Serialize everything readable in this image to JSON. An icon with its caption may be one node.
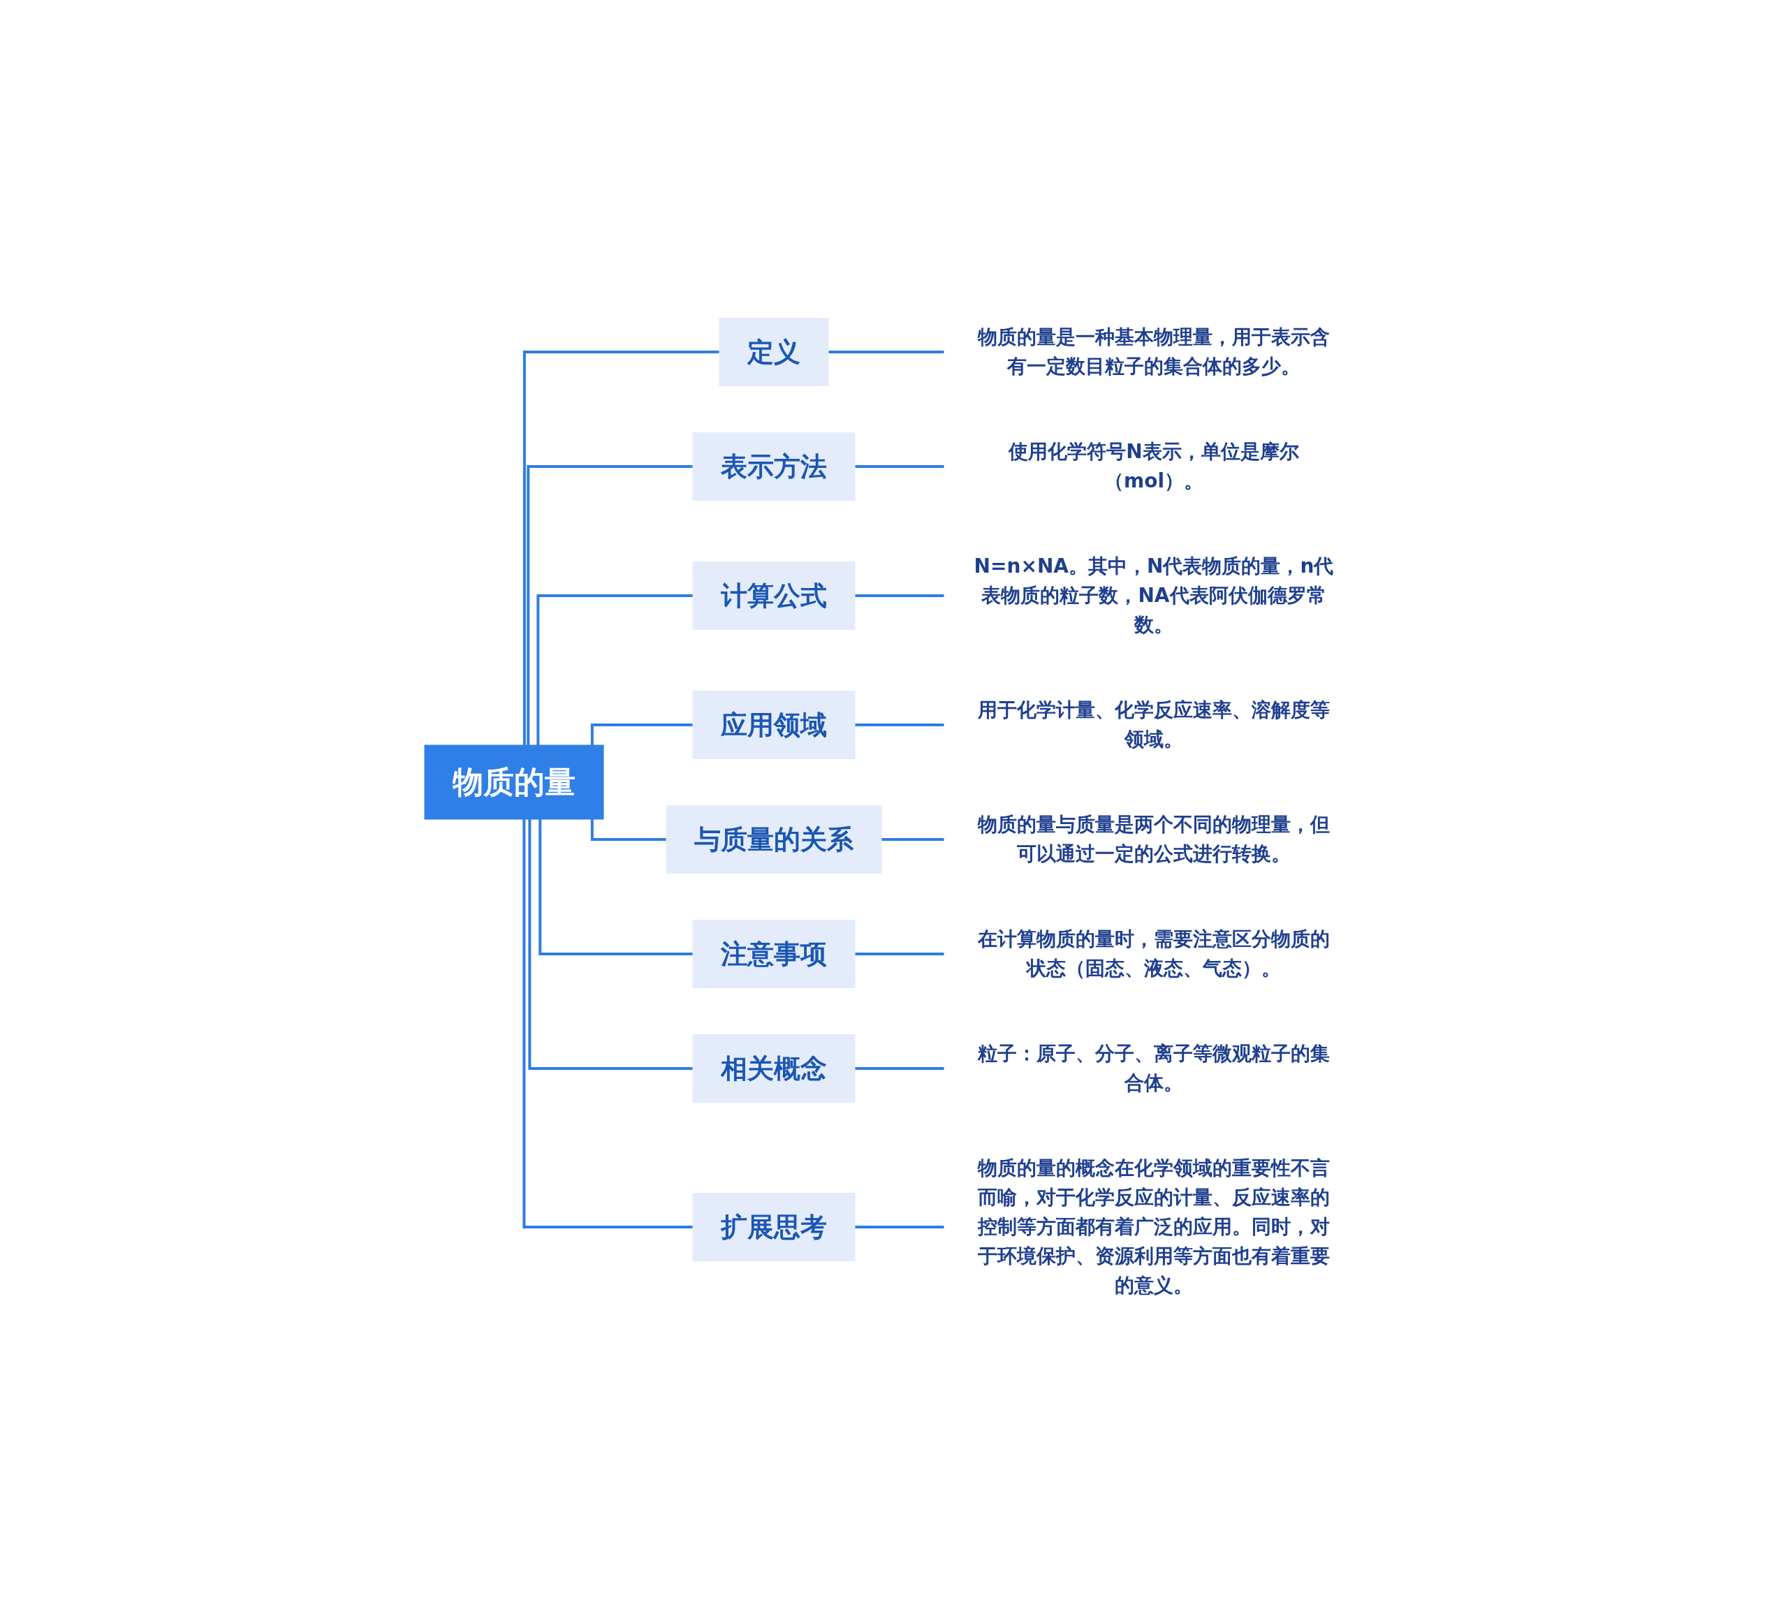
{
  "diagram": {
    "nodes": [
      {
        "text": [
          "物质的量"
        ]
      },
      {
        "text": [
          "定义"
        ]
      },
      {
        "text": [
          "物质的量是一种基本物理量，用于表示含有一定数目粒子的集合体的多少。"
        ]
      },
      {
        "text": [
          "表示方法"
        ]
      },
      {
        "text": [
          "使用化学符号N表示，单位是摩尔（mol）。"
        ]
      },
      {
        "text": [
          "计算公式"
        ]
      },
      {
        "text": [
          "N=n×NA。其中，N代表物质的量，n代表物质的粒子数，NA代表阿伏伽德罗常数。"
        ]
      },
      {
        "text": [
          "应用领域"
        ]
      },
      {
        "text": [
          "用于化学计量、化学反应速率、溶解度等领域。"
        ]
      },
      {
        "text": [
          "与质量的关系"
        ]
      },
      {
        "text": [
          "物质的量与质量是两个不同的物理量，但可以通过一定的公式进行转换。"
        ]
      },
      {
        "text": [
          "注意事项"
        ]
      },
      {
        "text": [
          "在计算物质的量时，需要注意区分物质的状态（固态、液态、气态）。"
        ]
      },
      {
        "text": [
          "相关概念"
        ]
      },
      {
        "text": [
          "粒子：原子、分子、离子等微观粒子的集合体。"
        ]
      },
      {
        "text": [
          "扩展思考"
        ]
      },
      {
        "text": [
          "物质的量的概念在化学领域的重要性不言而喻，对于化学反应的计量、反应速率的控制等方面都有着广泛的应用。同时，对于环境保护、资源利用等方面也有着重要的意义。"
        ]
      }
    ],
    "edges": [
      {
        "from": 0,
        "to": 1,
        "arrow": "none"
      },
      {
        "from": 1,
        "to": 2,
        "arrow": "none"
      },
      {
        "from": 0,
        "to": 3,
        "arrow": "none"
      },
      {
        "from": 3,
        "to": 4,
        "arrow": "none"
      },
      {
        "from": 0,
        "to": 5,
        "arrow": "none"
      },
      {
        "from": 5,
        "to": 6,
        "arrow": "none"
      },
      {
        "from": 0,
        "to": 7,
        "arrow": "none"
      },
      {
        "from": 7,
        "to": 8,
        "arrow": "none"
      },
      {
        "from": 0,
        "to": 9,
        "arrow": "none"
      },
      {
        "from": 9,
        "to": 10,
        "arrow": "none"
      },
      {
        "from": 0,
        "to": 11,
        "arrow": "none"
      },
      {
        "from": 11,
        "to": 12,
        "arrow": "none"
      },
      {
        "from": 0,
        "to": 13,
        "arrow": "none"
      },
      {
        "from": 13,
        "to": 14,
        "arrow": "none"
      },
      {
        "from": 0,
        "to": 15,
        "arrow": "none"
      },
      {
        "from": 15,
        "to": 16,
        "arrow": "none"
      }
    ]
  }
}
